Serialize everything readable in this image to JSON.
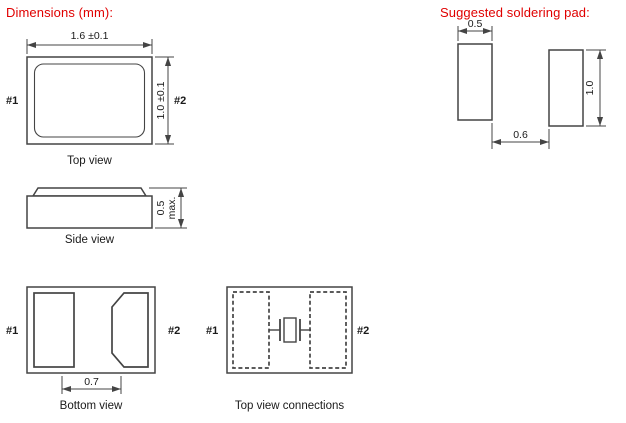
{
  "headings": {
    "dimensions": "Dimensions (mm):",
    "soldering": "Suggested soldering pad:"
  },
  "top_view": {
    "caption": "Top view",
    "width_dim": "1.6 ±0.1",
    "height_dim": "1.0 ±0.1",
    "pad1_label": "#1",
    "pad2_label": "#2"
  },
  "side_view": {
    "caption": "Side view",
    "height_dim": "0.5",
    "height_dim_qualifier": "max."
  },
  "bottom_view": {
    "caption": "Bottom view",
    "pad_pitch_dim": "0.7",
    "pad1_label": "#1",
    "pad2_label": "#2"
  },
  "connections_view": {
    "caption": "Top view connections",
    "pad1_label": "#1",
    "pad2_label": "#2"
  },
  "soldering_pad": {
    "pad_width_dim": "0.5",
    "pad_height_dim": "1.0",
    "pad_gap_dim": "0.6"
  },
  "colors": {
    "heading_red": "#e00000",
    "line": "#444444"
  }
}
